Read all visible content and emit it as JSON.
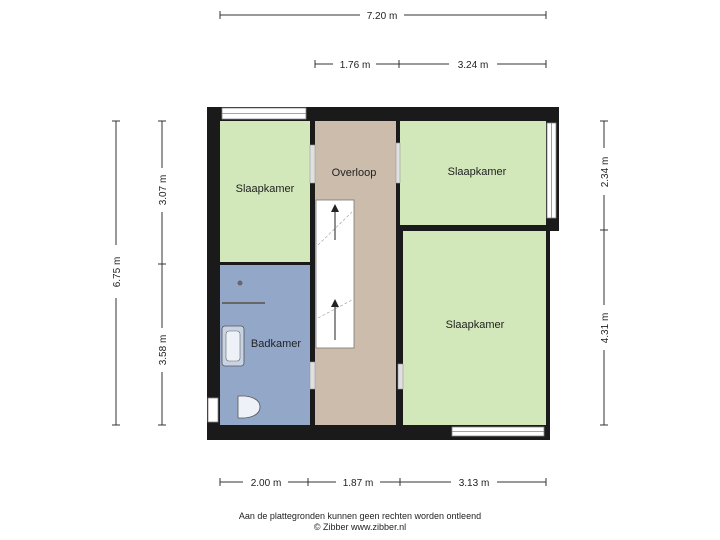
{
  "dimensions": {
    "top_total": "7.20 m",
    "top_left": "1.76 m",
    "top_right": "3.24 m",
    "bottom_left": "2.00 m",
    "bottom_middle": "1.87 m",
    "bottom_right": "3.13 m",
    "left_total": "6.75 m",
    "left_upper": "3.07 m",
    "left_lower": "3.58 m",
    "right_upper": "2.34 m",
    "right_lower": "4.31 m"
  },
  "rooms": {
    "slaapkamer_left": "Slaapkamer",
    "overloop": "Overloop",
    "slaapkamer_top_right": "Slaapkamer",
    "slaapkamer_bottom_right": "Slaapkamer",
    "badkamer": "Badkamer"
  },
  "colors": {
    "wall": "#1a1a1a",
    "bedroom": "#d3e8ba",
    "bathroom": "#93a8c9",
    "hallway": "#cbbcab",
    "window": "#ffffff"
  },
  "footer": {
    "disclaimer": "Aan de plattegronden kunnen geen rechten worden ontleend",
    "copyright": "© Zibber www.zibber.nl"
  }
}
